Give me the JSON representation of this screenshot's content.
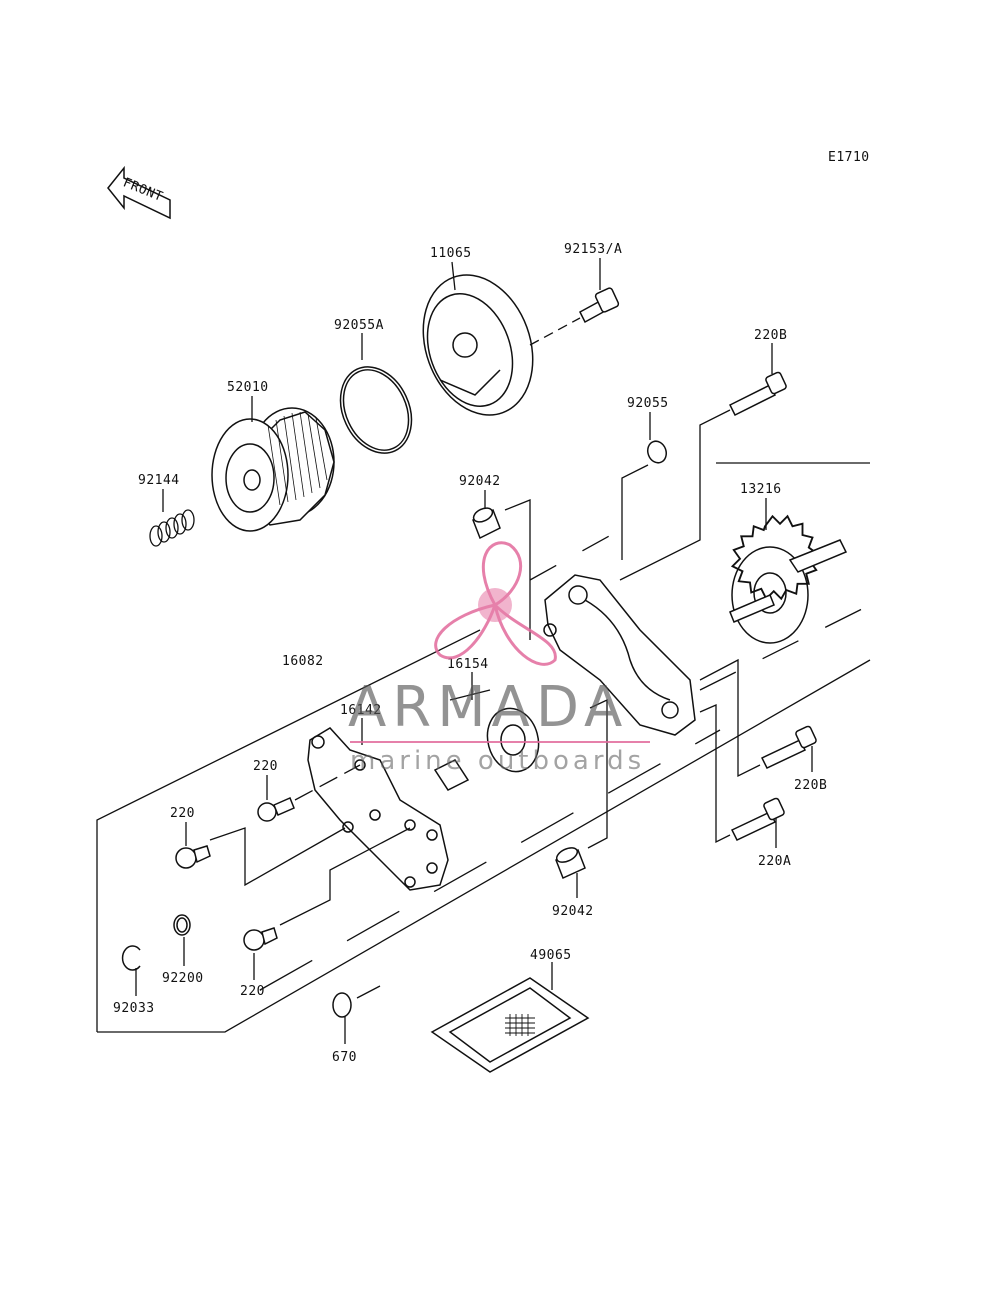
{
  "diagram_code": "E1710",
  "front_label": "FRONT",
  "watermark": {
    "brand": "ARMADA",
    "tagline": "marine outboards",
    "color": "#e26a9c"
  },
  "labels": {
    "p11065": "11065",
    "p92153a": "92153/A",
    "p92055a": "92055A",
    "p220b_top": "220B",
    "p52010": "52010",
    "p92055": "92055",
    "p92144": "92144",
    "p92042_top": "92042",
    "p13216": "13216",
    "p16082": "16082",
    "p16154": "16154",
    "p16142": "16142",
    "p220_a": "220",
    "p220_b": "220",
    "p220b_right": "220B",
    "p220a_right": "220A",
    "p92042_bottom": "92042",
    "p92200": "92200",
    "p92033": "92033",
    "p220_c": "220",
    "p49065": "49065",
    "p670": "670"
  }
}
